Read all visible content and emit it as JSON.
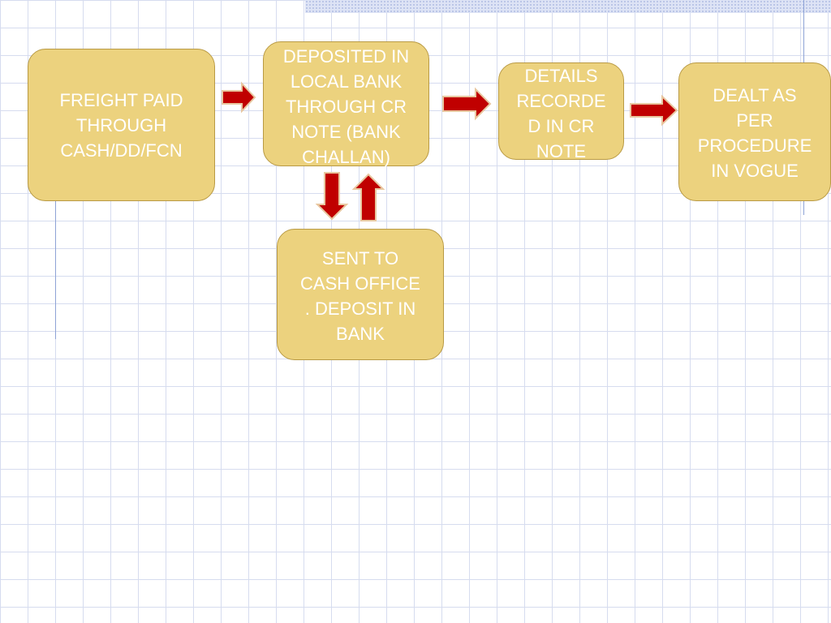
{
  "diagram": {
    "nodes": [
      {
        "id": "freight",
        "label": "FREIGHT PAID\nTHROUGH\nCASH/DD/FCN"
      },
      {
        "id": "deposited",
        "label": "DEPOSITED IN\nLOCAL BANK\nTHROUGH CR\nNOTE (BANK\nCHALLAN)"
      },
      {
        "id": "details",
        "label": "DETAILS\nRECORDE\nD IN CR\nNOTE"
      },
      {
        "id": "dealt",
        "label": "DEALT AS\nPER\nPROCEDURE\nIN VOGUE"
      },
      {
        "id": "sent",
        "label": "SENT TO\nCASH OFFICE\n. DEPOSIT IN\nBANK"
      }
    ],
    "edges": [
      {
        "from": "freight",
        "to": "deposited",
        "direction": "right"
      },
      {
        "from": "deposited",
        "to": "details",
        "direction": "right"
      },
      {
        "from": "details",
        "to": "dealt",
        "direction": "right"
      },
      {
        "from": "deposited",
        "to": "sent",
        "direction": "down"
      },
      {
        "from": "sent",
        "to": "deposited",
        "direction": "up"
      }
    ],
    "colors": {
      "box_fill": "#ecd27e",
      "box_border": "#b99a44",
      "box_text": "#ffffff",
      "arrow_fill": "#c00000",
      "arrow_outline": "#e8c7a0",
      "grid_line": "#d6dcef"
    }
  }
}
